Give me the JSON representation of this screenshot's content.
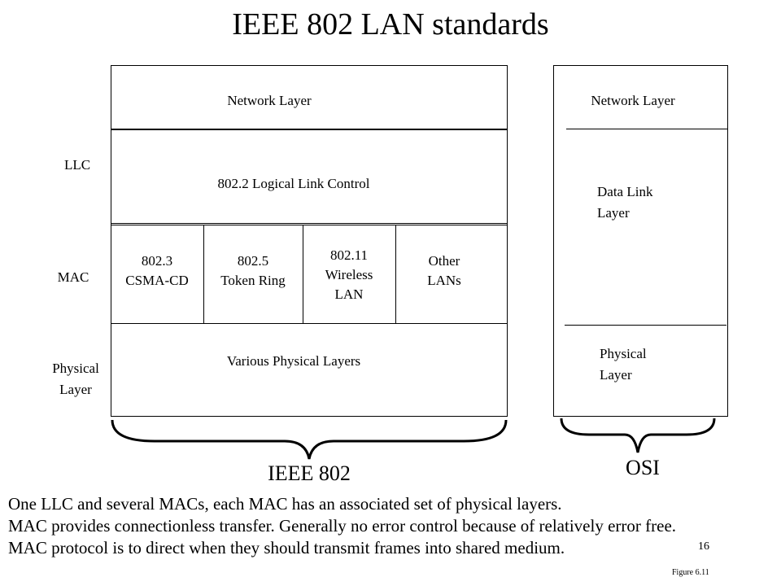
{
  "title": "IEEE 802 LAN standards",
  "side_labels": {
    "llc": "LLC",
    "mac": "MAC",
    "physical_line1": "Physical",
    "physical_line2": "Layer"
  },
  "ieee": {
    "network_layer": "Network Layer",
    "llc_box": "802.2  Logical Link Control",
    "macs": [
      {
        "line1": "802.3",
        "line2": "CSMA-CD",
        "line3": ""
      },
      {
        "line1": "802.5",
        "line2": "Token Ring",
        "line3": ""
      },
      {
        "line1": "802.11",
        "line2": "Wireless",
        "line3": "LAN"
      },
      {
        "line1": "Other",
        "line2": "LANs",
        "line3": ""
      }
    ],
    "physical": "Various Physical Layers",
    "caption": "IEEE 802"
  },
  "osi": {
    "network_layer": "Network Layer",
    "data_link_line1": "Data Link",
    "data_link_line2": "Layer",
    "physical_line1": "Physical",
    "physical_line2": "Layer",
    "caption": "OSI"
  },
  "notes": [
    "One LLC and several MACs, each MAC has an associated set of  physical layers.",
    "MAC provides connectionless transfer.  Generally no error control because of relatively error free.",
    "MAC protocol is to direct when they should transmit frames into shared medium."
  ],
  "page_number": "16",
  "figure_ref": "Figure 6.11"
}
